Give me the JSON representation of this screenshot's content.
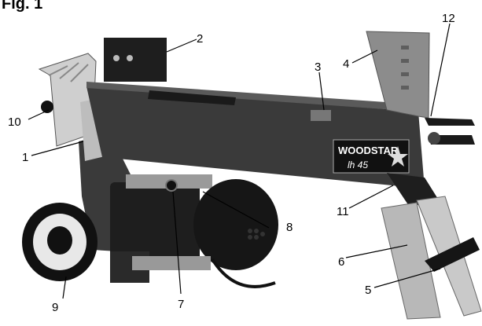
{
  "figure": {
    "title": "Fig. 1",
    "brand": "WOODSTAR",
    "model": "lh 45"
  },
  "callouts": [
    {
      "id": "c1",
      "label": "1"
    },
    {
      "id": "c2",
      "label": "2"
    },
    {
      "id": "c3",
      "label": "3"
    },
    {
      "id": "c4",
      "label": "4"
    },
    {
      "id": "c5",
      "label": "5"
    },
    {
      "id": "c6",
      "label": "6"
    },
    {
      "id": "c7",
      "label": "7"
    },
    {
      "id": "c8",
      "label": "8"
    },
    {
      "id": "c9",
      "label": "9"
    },
    {
      "id": "c10",
      "label": "10"
    },
    {
      "id": "c11",
      "label": "11"
    },
    {
      "id": "c12",
      "label": "12"
    }
  ],
  "colors": {
    "beam": "#3a3a3a",
    "beam_highlight": "#5a5a5a",
    "motor": "#1e1e1e",
    "wedge": "#8c8c8c",
    "leg": "#b8b8b8",
    "plate": "#cfcfcf",
    "tire": "#111111",
    "rim": "#e8e8e8"
  }
}
